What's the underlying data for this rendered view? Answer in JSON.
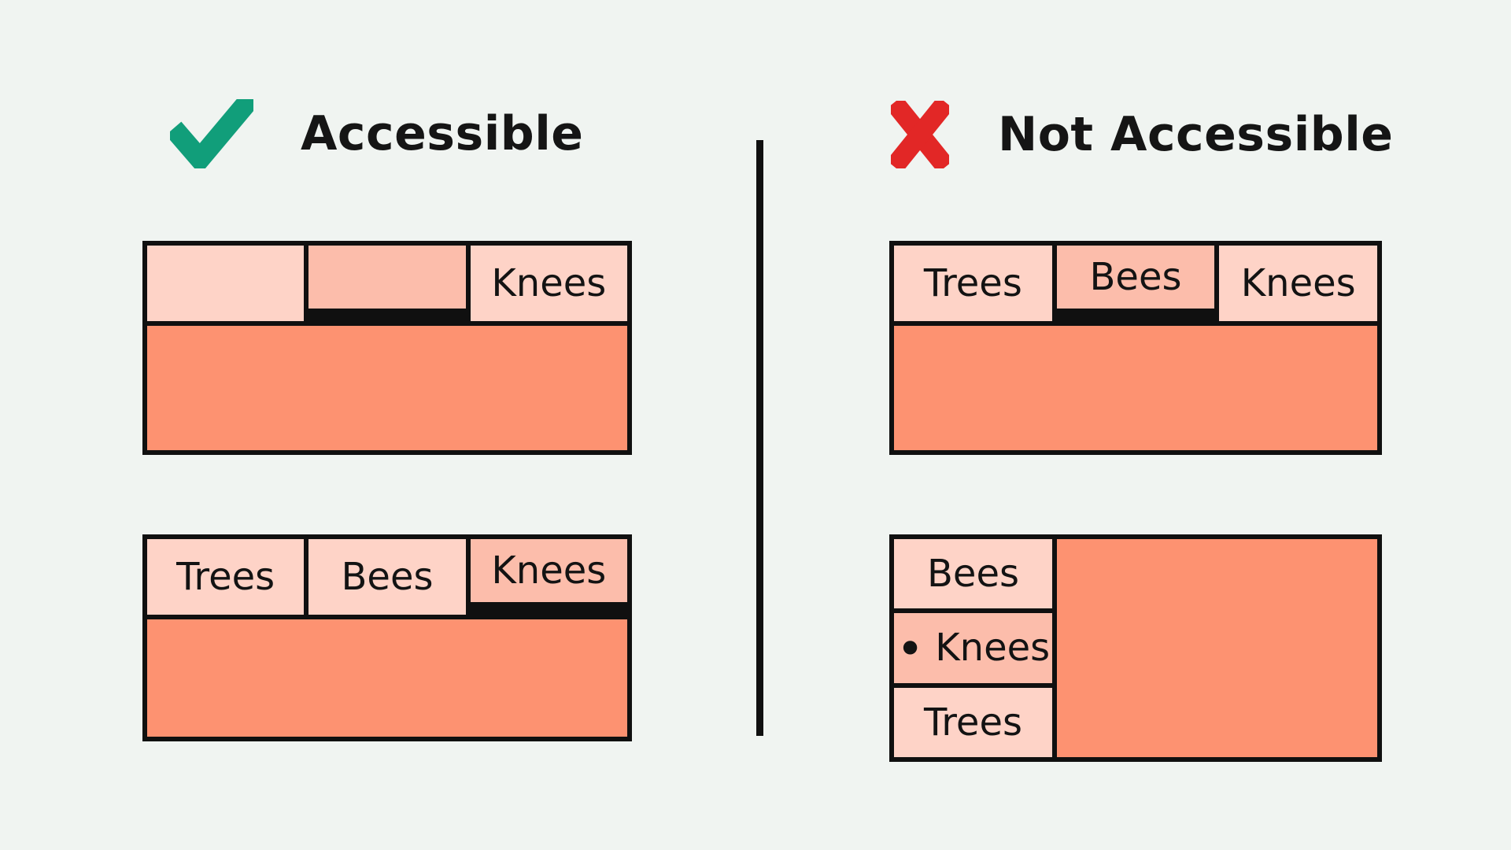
{
  "page": {
    "background_color": "#F0F4F1",
    "divider_color": "#101010"
  },
  "colors": {
    "tab_default": "#FED3C7",
    "tab_selected": "#FCBDAB",
    "content_panel": "#FD9271",
    "border": "#111111",
    "text": "#131313",
    "check_green": "#119E7A",
    "cross_red": "#E22726"
  },
  "left_panel": {
    "title": "Accessible",
    "icon": {
      "name": "check-icon",
      "color": "#119E7A"
    },
    "top_diagram": {
      "tabs": [
        {
          "label": "",
          "selected": false
        },
        {
          "label": "",
          "selected": true
        },
        {
          "label": "Knees",
          "selected": false
        }
      ]
    },
    "bottom_diagram": {
      "tabs": [
        {
          "label": "Trees",
          "selected": false
        },
        {
          "label": "Bees",
          "selected": false
        },
        {
          "label": "Knees",
          "selected": true
        }
      ]
    }
  },
  "right_panel": {
    "title": "Not Accessible",
    "icon": {
      "name": "x-icon",
      "color": "#E22726"
    },
    "top_diagram": {
      "tabs": [
        {
          "label": "Trees",
          "selected": false
        },
        {
          "label": "Bees",
          "selected": true
        },
        {
          "label": "Knees",
          "selected": false
        }
      ]
    },
    "bottom_diagram": {
      "tabs": [
        {
          "label": "Bees",
          "selected": false
        },
        {
          "label": "Knees",
          "selected": true,
          "indicator": "•"
        },
        {
          "label": "Trees",
          "selected": false
        }
      ]
    }
  }
}
